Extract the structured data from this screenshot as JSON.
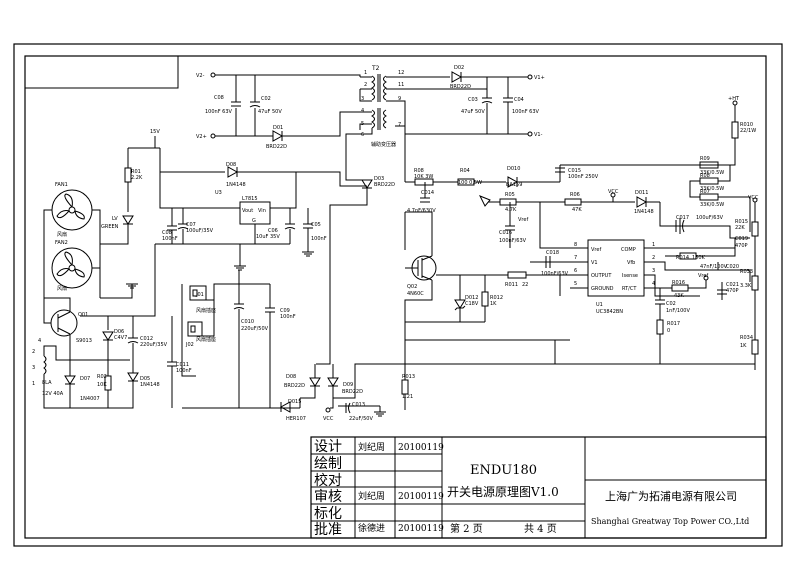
{
  "title_block": {
    "design_label": "设计",
    "draw_label": "绘制",
    "check_label": "校对",
    "review_label": "审核",
    "standard_label": "标化",
    "approve_label": "批准",
    "designer": "刘纪周",
    "design_date": "20100119",
    "reviewer": "刘纪周",
    "review_date": "20100119",
    "approver": "徐德进",
    "approve_date": "20100119",
    "model": "ENDU180",
    "drawing_title": "开关电源原理图V1.0",
    "page_label": "第  2  页",
    "total_label": "共  4  页",
    "company_cn": "上海广为拓浦电源有限公司",
    "company_en": "Shanghai Greatway Top Power CO.,Ltd"
  },
  "labels": {
    "v2_minus": "V2-",
    "v2_plus": "V2+",
    "v1_plus": "V1+",
    "v1_minus": "V1-",
    "t2": "T2",
    "aux_trans": "辅助变压器",
    "pin1": "1",
    "pin2": "2",
    "pin3": "3",
    "pin4": "4",
    "pin5": "5",
    "pin6": "6",
    "pin7": "7",
    "pin9": "9",
    "pin11": "11",
    "pin12": "12",
    "c08": "C08",
    "c08_val": "100nF 63V",
    "c02": "C02",
    "c02_val": "47uF 50V",
    "d01": "D01",
    "d01_val": "BRD22D",
    "d02": "D02",
    "d02_val": "BRD22D",
    "c03": "C03",
    "c03_val": "47uF 50V",
    "c04": "C04",
    "c04_val": "100nF 63V",
    "ht": "+HT",
    "r010": "R010",
    "r010_val": "22/1W",
    "v15": "15V",
    "r01": "R01",
    "r01_val": "2.2K",
    "lv": "LV",
    "green": "GREEN",
    "d08": "D08",
    "d08_val": "1N4148",
    "u3": "U3",
    "u3_val": "L7815",
    "vout": "Vout",
    "vin": "Vin",
    "gnd_u3": "G",
    "c08b": "C08",
    "c08b_val": "100nF",
    "c07": "C07",
    "c07_val": "100uF/35V",
    "c06": "C06",
    "c06_val": "10uF 35V",
    "c05": "C05",
    "c05_val": "100nF",
    "d03": "D03",
    "d03_val": "BRD22D",
    "r08": "R08",
    "r08_val": "10K 3W",
    "c014": "C014",
    "c014_val": "4.7nF/630V",
    "r04": "R04",
    "r04_val": "100 0.5W",
    "d010": "D010",
    "d010_val": "BA159",
    "c015": "C015",
    "c015_val": "100nF 250V",
    "r09": "R09",
    "r09_val": "33K/0.5W",
    "r08b": "R08",
    "r08b_val": "33K/0.5W",
    "r07": "R07",
    "r07_val": "33K/0.5W",
    "r05": "R05",
    "r05_val": "4.7K",
    "r06": "R06",
    "r06_val": "47K",
    "vcc1": "VCC",
    "d011": "D011",
    "d011_val": "1N4148",
    "c016": "C016",
    "c016_val": "100nF/63V",
    "c017": "C017",
    "c017_val": "100uF/63V",
    "r015": "R015",
    "r015_val": "22K",
    "vcc2": "VCC",
    "vref": "Vref",
    "c018": "C018",
    "c018_val": "100nF/63V",
    "ic_vref": "Vref",
    "ic_comp": "COMP",
    "ic_v1": "V1",
    "ic_vfb": "Vfb",
    "ic_output": "OUTPUT",
    "ic_isense": "Isense",
    "ic_ground": "GROUND",
    "ic_rtct": "RT/CT",
    "u1": "U1",
    "u1_val": "UC3842BN",
    "ip8": "8",
    "ip7": "7",
    "ip6": "6",
    "ip5": "5",
    "ip1": "1",
    "ip2": "2",
    "ip3": "3",
    "ip4": "4",
    "c019": "C019",
    "c019_val": "470P",
    "r014": "R014",
    "r014_val": "150K",
    "c020": "C020",
    "c020_val": "47nF/100V",
    "r016": "R016",
    "r016_val": "43K",
    "vref2": "Vref",
    "c021": "C021",
    "c021_val": "470P",
    "c02b": "C02",
    "c02b_val": "1nF/100V",
    "r017": "R017",
    "r017_val": "0",
    "r033": "R033",
    "r033_val": "3.3K",
    "r034": "R034",
    "r034_val": "1K",
    "q02": "Q02",
    "q02_val": "4N60C",
    "d012": "D012",
    "d012_val": "C18V",
    "r012": "R012",
    "r012_val": "1K",
    "r011": "R011",
    "r011_val": "22",
    "r013": "R013",
    "r013_val": "1.21",
    "fan1": "FAN1",
    "fan2": "FAN2",
    "fan_label1": "风扇",
    "fan_label2": "风扇",
    "q01": "Q01",
    "q01_val": "S9013",
    "d06": "D06",
    "d06_val": "C4V7",
    "c012": "C012",
    "c012_val": "220uF/35V",
    "d07": "D07",
    "d07_val": "1N4007",
    "r02": "R02",
    "r02_val": "10K",
    "d05": "D05",
    "d05_val": "1N4148",
    "c011": "C011",
    "c011_val": "100nF",
    "k1": "1",
    "k2": "2",
    "k3": "3",
    "k4": "4",
    "relay": "8LA",
    "relay_val": "12V 40A",
    "j01": "J01",
    "j01_lbl": "风扇插座",
    "j02": "J02",
    "j02_lbl": "风扇插座",
    "c010": "C010",
    "c010_val": "220uF/50V",
    "c09": "C09",
    "c09_val": "100nF",
    "d08c": "D08",
    "d08c_val": "BRD22D",
    "d09": "D09",
    "d09_val": "BRD22D",
    "d015": "D015",
    "d015_val": "HER107",
    "vcc3": "VCC",
    "c013": "C013",
    "c013_val": "22uF/50V"
  }
}
